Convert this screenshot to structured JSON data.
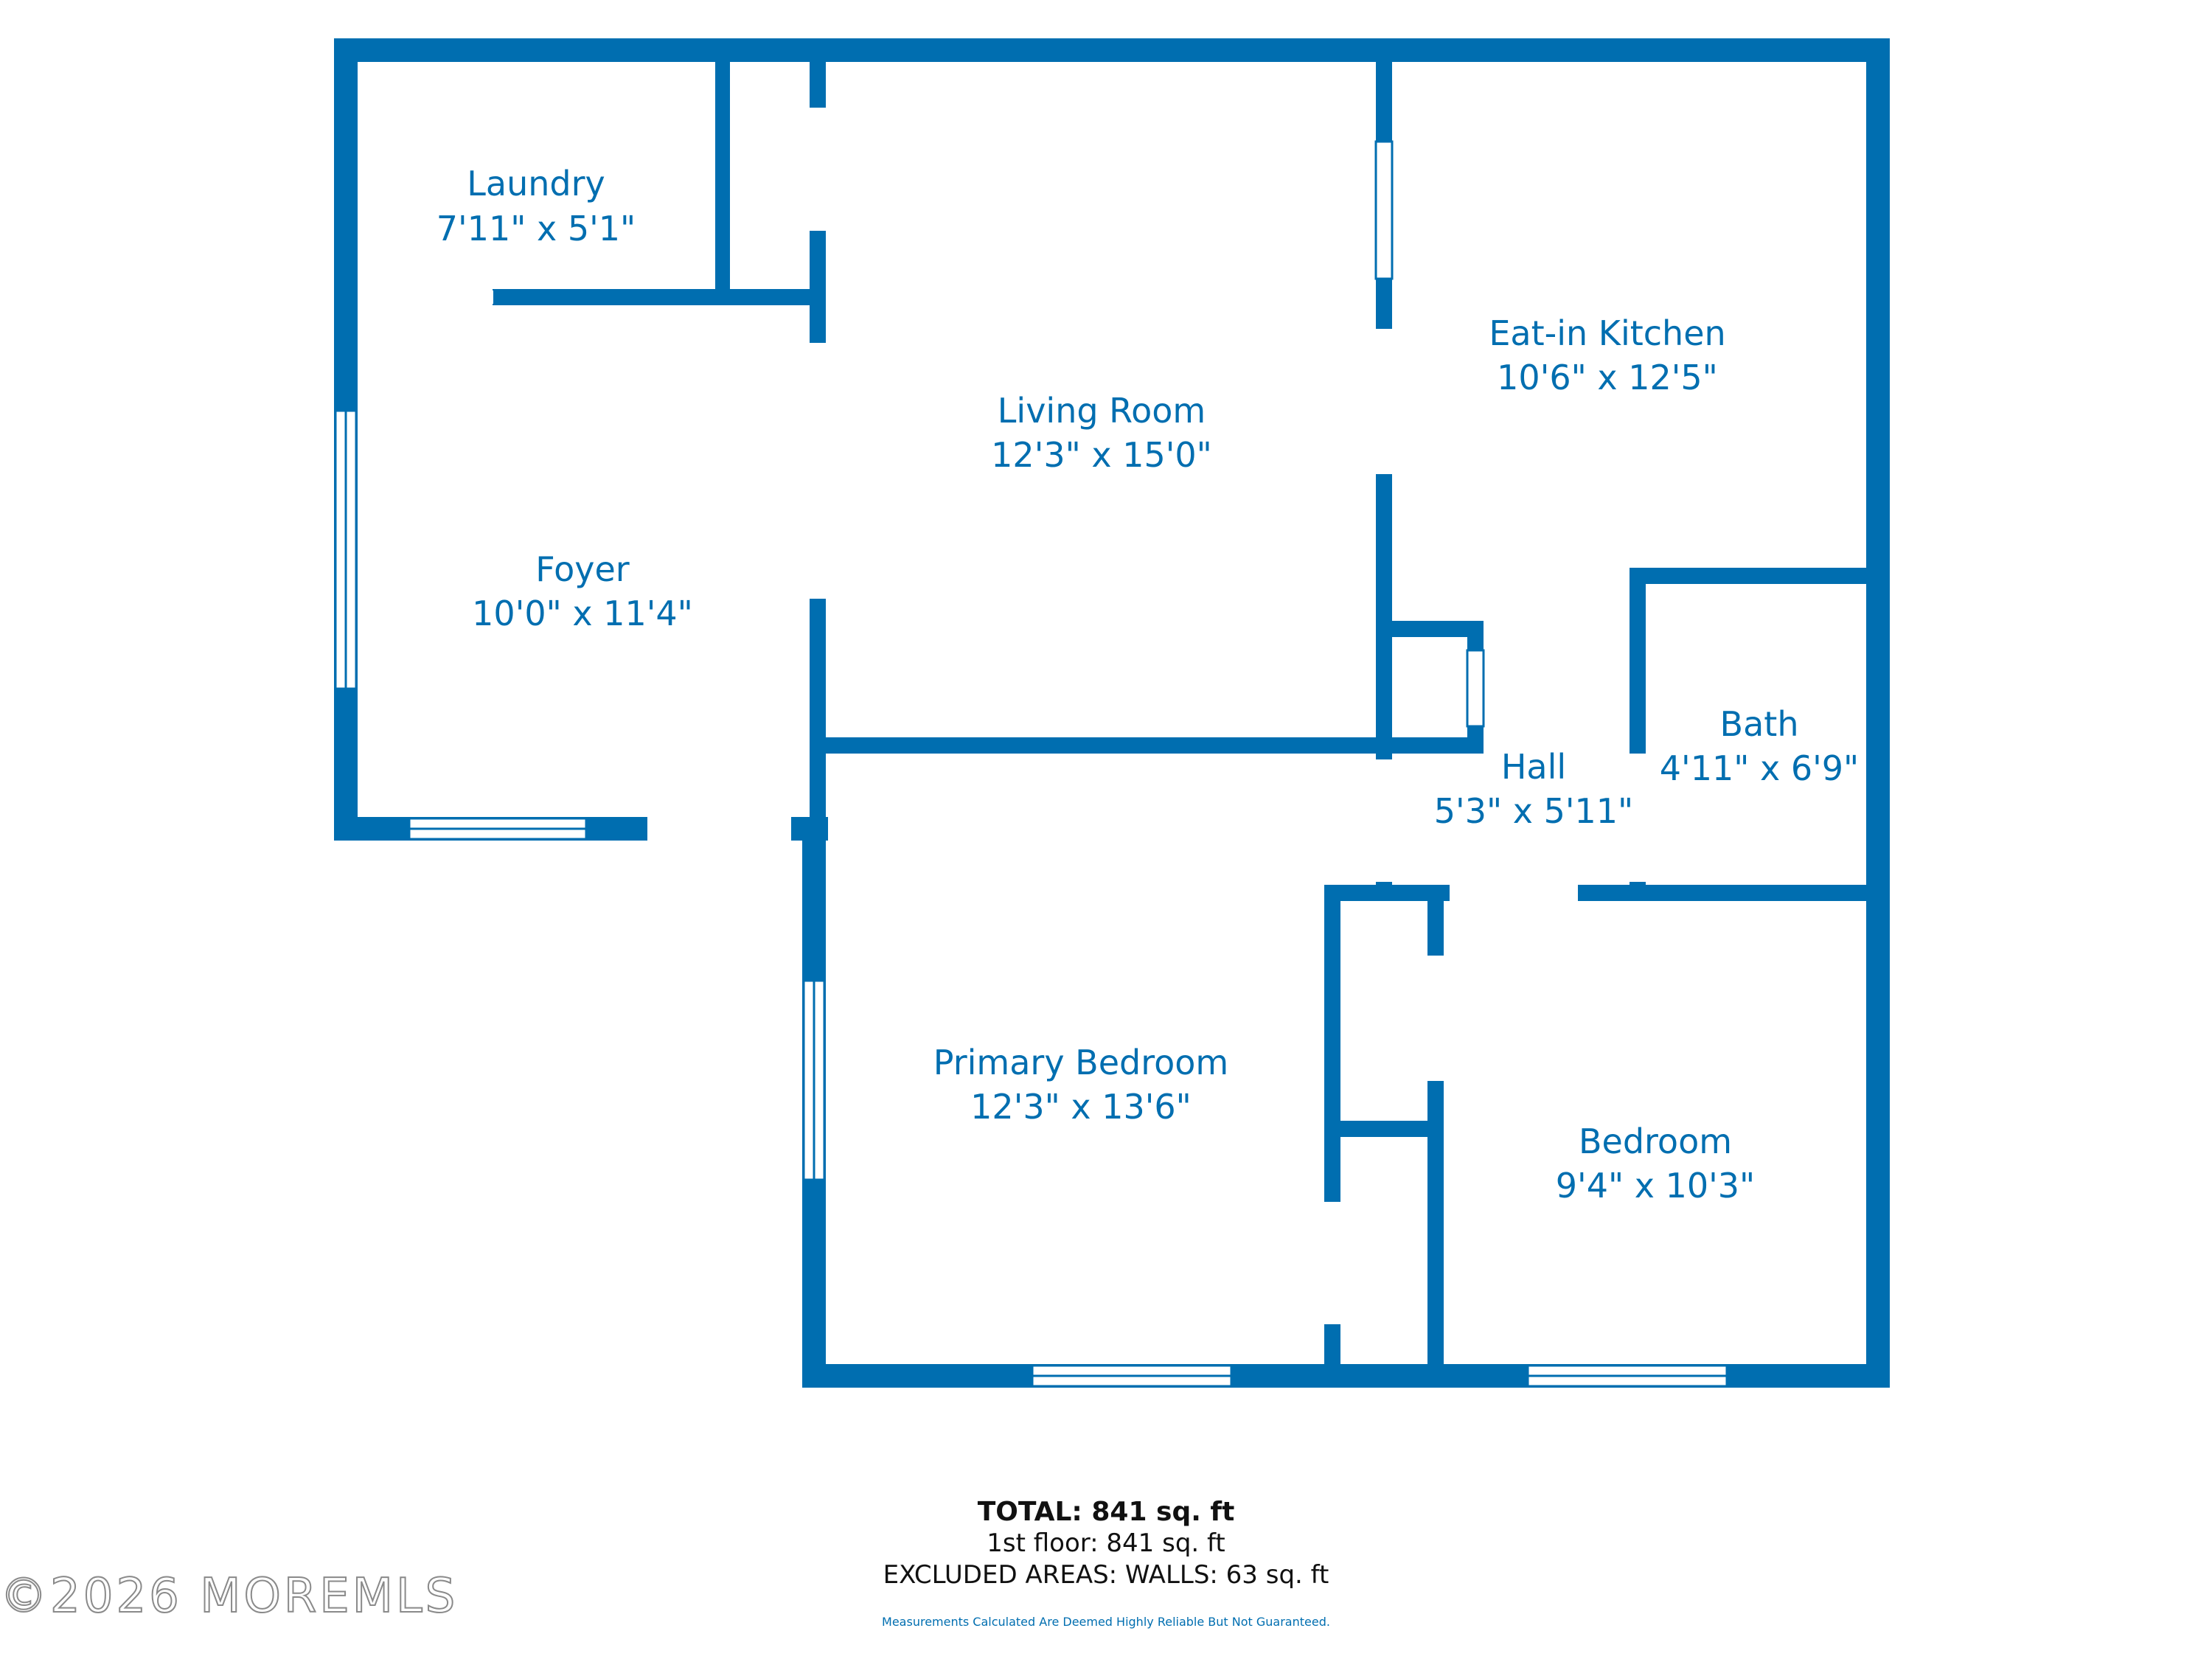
{
  "rooms": {
    "laundry": {
      "name": "Laundry",
      "dims": "7'11\" x 5'1\""
    },
    "living_room": {
      "name": "Living Room",
      "dims": "12'3\" x 15'0\""
    },
    "kitchen": {
      "name": "Eat-in Kitchen",
      "dims": "10'6\" x 12'5\""
    },
    "foyer": {
      "name": "Foyer",
      "dims": "10'0\" x 11'4\""
    },
    "hall": {
      "name": "Hall",
      "dims": "5'3\" x 5'11\""
    },
    "bath": {
      "name": "Bath",
      "dims": "4'11\" x 6'9\""
    },
    "primary_bedroom": {
      "name": "Primary Bedroom",
      "dims": "12'3\" x 13'6\""
    },
    "bedroom": {
      "name": "Bedroom",
      "dims": "9'4\" x 10'3\""
    }
  },
  "summary": {
    "total": "TOTAL: 841 sq. ft",
    "floor": "1st floor: 841 sq. ft",
    "excluded": "EXCLUDED AREAS: WALLS: 63 sq. ft",
    "disclaimer": "Measurements Calculated Are Deemed Highly Reliable But Not Guaranteed."
  },
  "watermark": "©2026 MOREMLS",
  "colors": {
    "wall": "#006eb0",
    "background": "#ffffff"
  }
}
